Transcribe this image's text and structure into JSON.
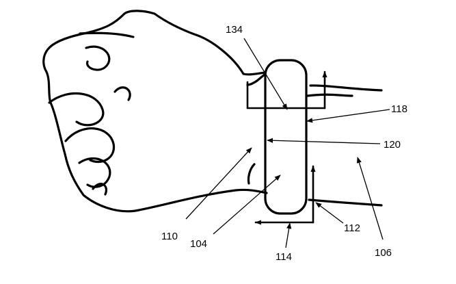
{
  "figure": {
    "reference_numerals": {
      "r134": "134",
      "r118": "118",
      "r120": "120",
      "r110": "110",
      "r104": "104",
      "r112": "112",
      "r106": "106",
      "r114": "114"
    }
  }
}
